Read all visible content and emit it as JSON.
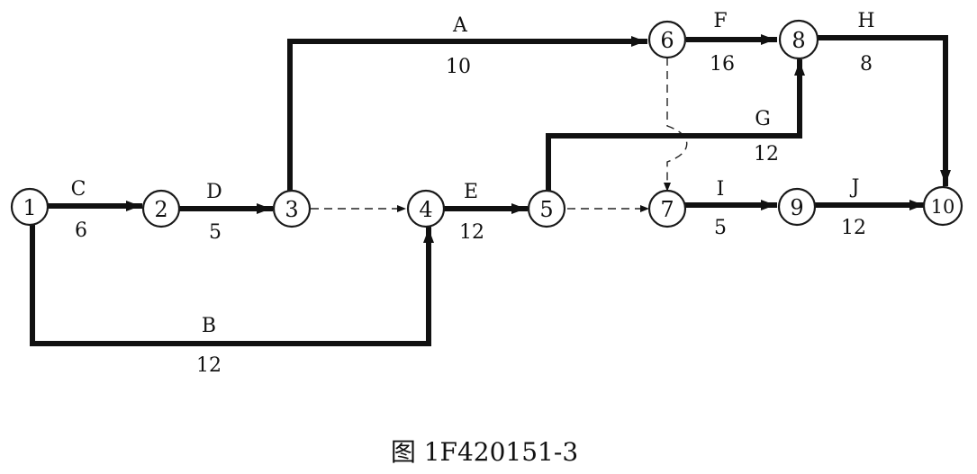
{
  "nodes": [
    "1",
    "2",
    "3",
    "4",
    "5",
    "6",
    "7",
    "8",
    "9",
    "10"
  ],
  "activities": [
    {
      "from": "1",
      "to": "2",
      "name": "C",
      "duration": "6"
    },
    {
      "from": "2",
      "to": "3",
      "name": "D",
      "duration": "5"
    },
    {
      "from": "3",
      "to": "6",
      "name": "A",
      "duration": "10"
    },
    {
      "from": "1",
      "to": "4",
      "name": "B",
      "duration": "12"
    },
    {
      "from": "4",
      "to": "5",
      "name": "E",
      "duration": "12"
    },
    {
      "from": "6",
      "to": "8",
      "name": "F",
      "duration": "16"
    },
    {
      "from": "5",
      "to": "8",
      "name": "G",
      "duration": "12"
    },
    {
      "from": "8",
      "to": "10",
      "name": "H",
      "duration": "8"
    },
    {
      "from": "7",
      "to": "9",
      "name": "I",
      "duration": "5"
    },
    {
      "from": "9",
      "to": "10",
      "name": "J",
      "duration": "12"
    }
  ],
  "dummy_activities": [
    {
      "from": "3",
      "to": "4"
    },
    {
      "from": "5",
      "to": "7"
    },
    {
      "from": "6",
      "to": "7"
    }
  ],
  "caption": "图 1F420151-3",
  "colors": {
    "line": "#111111",
    "background": "#ffffff"
  }
}
